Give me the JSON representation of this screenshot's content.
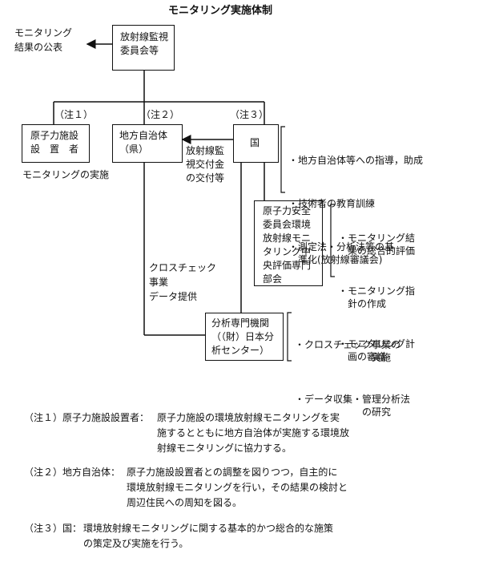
{
  "title": "モニタリング実施体制",
  "nodes": {
    "committee": "放射線監視\n委員会等",
    "publish": "モニタリング\n結果の公表",
    "nuclear_operator": "原子力施設\n設　置　者",
    "local_gov": "地方自治体\n（県）",
    "national": "国",
    "nsc_committee": "原子力安全\n委員会環境\n放射線モニ\nタリング中\n央評価専門\n部会",
    "analysis_center": "分析専門機関\n（（財）日本分\n析センター）"
  },
  "labels": {
    "note1": "（注１）",
    "note2": "（注２）",
    "note3": "（注３）",
    "monitoring_impl": "モニタリングの実施",
    "subsidy": "放射線監\n視交付金\nの交付等",
    "crosscheck": "クロスチェック\n事業\nデータ提供"
  },
  "national_roles": [
    "地方自治体等への指導，助成",
    "技術者の教育訓練",
    "測定法・分析法等の基\n準化(放射線審議会)"
  ],
  "nsc_roles": [
    "モニタリング結\n果の総合的評価",
    "モニタリング指\n針の作成",
    "モニタリング計\n画の審議"
  ],
  "center_roles": [
    "クロスチェック事業の\n　　　　　　　実施",
    "データ収集・管理分析法\n　　　　　　の研究"
  ],
  "bullet": "・",
  "footnotes": [
    {
      "label": "（注１）原子力施設設置者：",
      "text": "原子力施設の環境放射線モニタリングを実\n施するとともに地方自治体が実施する環境放\n射線モニタリングに協力する。"
    },
    {
      "label": "（注２）地方自治体：",
      "text": "原子力施設設置者との調整を図りつつ，自主的に\n環境放射線モニタリングを行い，その結果の検討と\n周辺住民への周知を図る。"
    },
    {
      "label": "（注３）国：",
      "text": "環境放射線モニタリングに関する基本的かつ総合的な施策\nの策定及び実施を行う。"
    }
  ]
}
